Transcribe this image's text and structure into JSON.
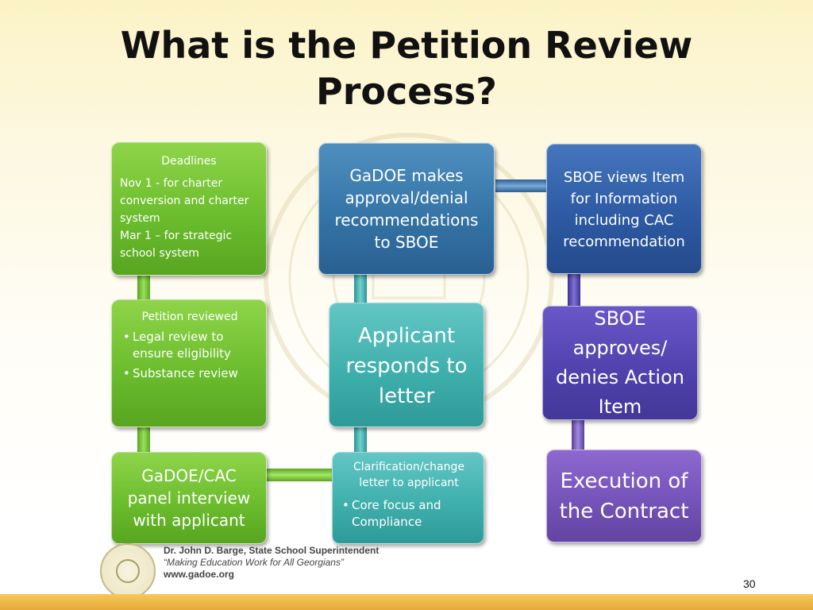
{
  "title": "What is the Petition Review Process?",
  "colors": {
    "green": "#6cbd2e",
    "teal": "#3fb0ad",
    "steel": "#3574a6",
    "navy": "#2d5aa3",
    "indigo": "#5142ae",
    "violet": "#7553b8"
  },
  "boxes": {
    "deadlines": {
      "heading": "Deadlines",
      "line1": "Nov 1 - for charter conversion and charter system",
      "line2": "Mar 1 – for strategic school system"
    },
    "petition_reviewed": {
      "heading": "Petition reviewed",
      "bullets": [
        "Legal review to ensure eligibility",
        "Substance review"
      ]
    },
    "panel_interview": {
      "text": "GaDOE/CAC panel interview with applicant"
    },
    "clarification": {
      "heading": "Clarification/change letter to applicant",
      "bullets": [
        "Core focus and Compliance"
      ]
    },
    "applicant_responds": {
      "text": "Applicant responds to letter"
    },
    "gadoe_recommends": {
      "text": "GaDOE makes approval/denial recommendations to SBOE"
    },
    "sboe_views": {
      "text": "SBOE views Item for Information including CAC recommendation"
    },
    "sboe_approves": {
      "text": "SBOE approves/ denies Action Item"
    },
    "execution": {
      "text": "Execution of the Contract"
    }
  },
  "footer": {
    "name": "Dr. John D. Barge, State School Superintendent",
    "motto": "“Making Education Work for All Georgians”",
    "url": "www.gadoe.org",
    "page_number": "30"
  }
}
